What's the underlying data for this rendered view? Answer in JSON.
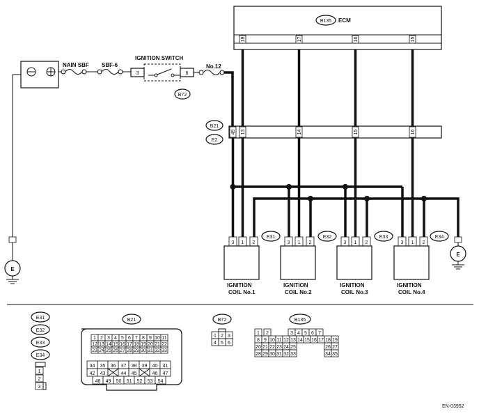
{
  "ecm": {
    "connector": "B135",
    "label": "ECM",
    "pins": [
      "18",
      "17",
      "16",
      "15"
    ]
  },
  "power": {
    "main_sbf": "NAIN SBF",
    "sbf": "SBF-6",
    "ignition_switch": "IGNITION SWITCH",
    "sw_pin_in": "3",
    "sw_pin_out": "6",
    "sw_connector": "B72",
    "fuse": "No.12"
  },
  "harness": {
    "conn_top": "B21",
    "conn_bottom": "E2",
    "pins": [
      "49",
      "13",
      "14",
      "15",
      "16"
    ]
  },
  "coils": [
    {
      "connector": "E31",
      "pins": [
        "3",
        "1",
        "2"
      ],
      "name_line1": "IGNITION",
      "name_line2": "COIL No.1"
    },
    {
      "connector": "E32",
      "pins": [
        "3",
        "1",
        "2"
      ],
      "name_line1": "IGNITION",
      "name_line2": "COIL No.2"
    },
    {
      "connector": "E33",
      "pins": [
        "3",
        "1",
        "2"
      ],
      "name_line1": "IGNITION",
      "name_line2": "COIL No.3"
    },
    {
      "connector": "E34",
      "pins": [
        "3",
        "1",
        "2"
      ],
      "name_line1": "IGNITION",
      "name_line2": "COIL No.4"
    }
  ],
  "ground_label": "E",
  "legend": {
    "coil_connectors": [
      "E31",
      "E32",
      "E33",
      "E34"
    ],
    "coil_pins": [
      "1",
      "2",
      "3"
    ],
    "b21": {
      "label": "B21",
      "rows": [
        [
          "1",
          "2",
          "3",
          "4",
          "5",
          "6",
          "7",
          "8",
          "9",
          "10",
          "11"
        ],
        [
          "12",
          "13",
          "14",
          "15",
          "16",
          "17",
          "18",
          "19",
          "20",
          "21",
          "22"
        ],
        [
          "23",
          "24",
          "25",
          "26",
          "27",
          "28",
          "29",
          "30",
          "31",
          "32",
          "33"
        ]
      ],
      "lower_rows": [
        [
          "34",
          "35",
          "36",
          "37",
          "38",
          "39",
          "40",
          "41"
        ],
        [
          "42",
          "43",
          "",
          "44",
          "45",
          "",
          "46",
          "47"
        ],
        [
          "48",
          "49",
          "50",
          "51",
          "52",
          "53",
          "54"
        ]
      ]
    },
    "b72": {
      "label": "B72",
      "rows": [
        [
          "1",
          "2",
          "3"
        ],
        [
          "4",
          "5",
          "6"
        ]
      ]
    },
    "b135": {
      "label": "B135",
      "rows": [
        [
          "1",
          "2",
          "",
          "3",
          "4",
          "5",
          "6",
          "7"
        ],
        [
          "8",
          "9",
          "10",
          "11",
          "12",
          "13",
          "14",
          "15",
          "16",
          "17",
          "18",
          "19"
        ],
        [
          "20",
          "21",
          "22",
          "23",
          "24",
          "25",
          "",
          "26",
          "27"
        ],
        [
          "28",
          "29",
          "30",
          "31",
          "32",
          "33",
          "",
          "34",
          "35"
        ]
      ]
    }
  },
  "diagram_id": "EN-03952"
}
